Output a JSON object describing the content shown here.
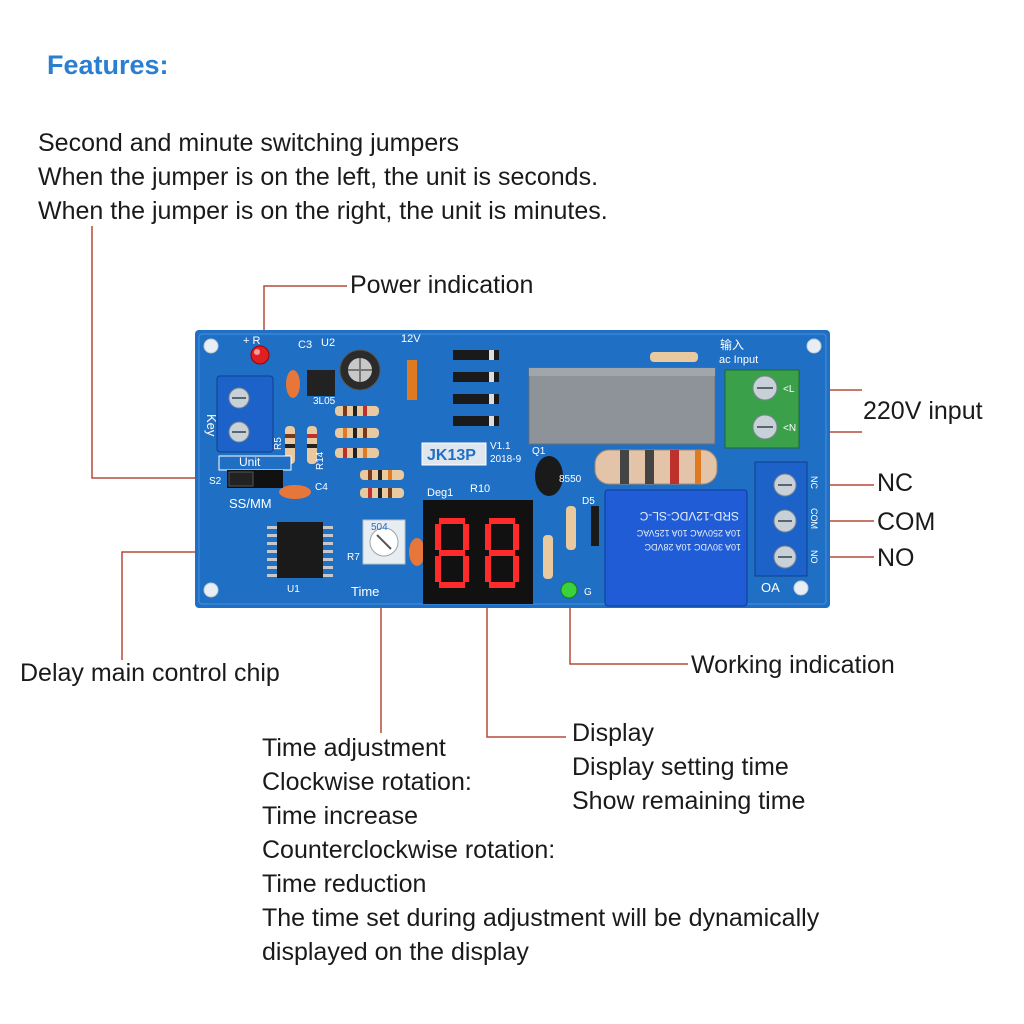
{
  "title": "Features:",
  "jumper_note": {
    "lines": [
      "Second and minute switching jumpers",
      "When the jumper is on the left, the unit is seconds.",
      "When the jumper is on the right, the unit is minutes."
    ]
  },
  "labels": {
    "power": "Power indication",
    "input": "220V input",
    "nc": "NC",
    "com": "COM",
    "no": "NO",
    "chip": "Delay main control chip",
    "working": "Working indication"
  },
  "time_adjust": {
    "lines": [
      "Time adjustment",
      "Clockwise rotation:",
      "Time increase",
      "Counterclockwise rotation:",
      "Time reduction",
      "The time set during adjustment will be dynamically",
      "displayed on the display"
    ]
  },
  "display_note": {
    "lines": [
      "Display",
      "Display setting time",
      "Show remaining time"
    ]
  },
  "board": {
    "model": "JK13P",
    "version": "V1.1",
    "date": "2018-9",
    "key": "Key",
    "unit": "Unit",
    "ss_mm": "SS/MM",
    "time": "Time",
    "input_cn": "输入",
    "ac_input": "ac Input",
    "relay_model": "SRD-12VDC-SL-C",
    "relay_spec1": "10A 250VAC  10A 125VAC",
    "relay_spec2": "10A 30VDC  10A 28VDC",
    "pot_value": "504",
    "oa": "OA",
    "twelve_v": "12V",
    "deg1": "Deg1",
    "r10": "R10",
    "q1": "Q1",
    "s8550": "8550",
    "d5": "D5",
    "u1": "U1",
    "u2": "U2",
    "c3": "C3",
    "c4": "C4",
    "r5": "R5",
    "r7": "R7",
    "r14": "R14",
    "s2": "S2",
    "l05": "3L05",
    "g": "G",
    "plus_r": "+ R",
    "l_mark": "<L",
    "n_mark": "<N",
    "nc": "NC",
    "com": "COM",
    "no": "NO"
  },
  "colors": {
    "title": "#2a7fd0",
    "pcb": "#1f6fc4",
    "leader_line": "#b84a3a",
    "terminal_green": "#3aa04a",
    "terminal_blue": "#1d62c9",
    "segment_red": "#ff2a2a"
  }
}
